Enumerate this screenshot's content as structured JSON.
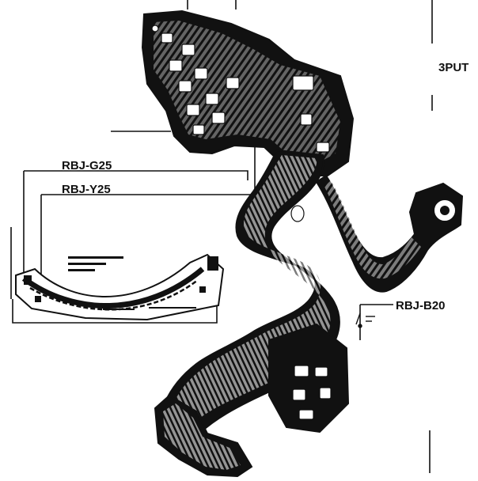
{
  "diagram": {
    "labels": {
      "part_3put": "3PUT",
      "rbj_g25": "RBJ-G25",
      "rbj_y25": "RBJ-Y25",
      "rbj_b20": "RBJ-B20"
    }
  },
  "colors": {
    "ink": "#111111",
    "paper": "#ffffff"
  }
}
